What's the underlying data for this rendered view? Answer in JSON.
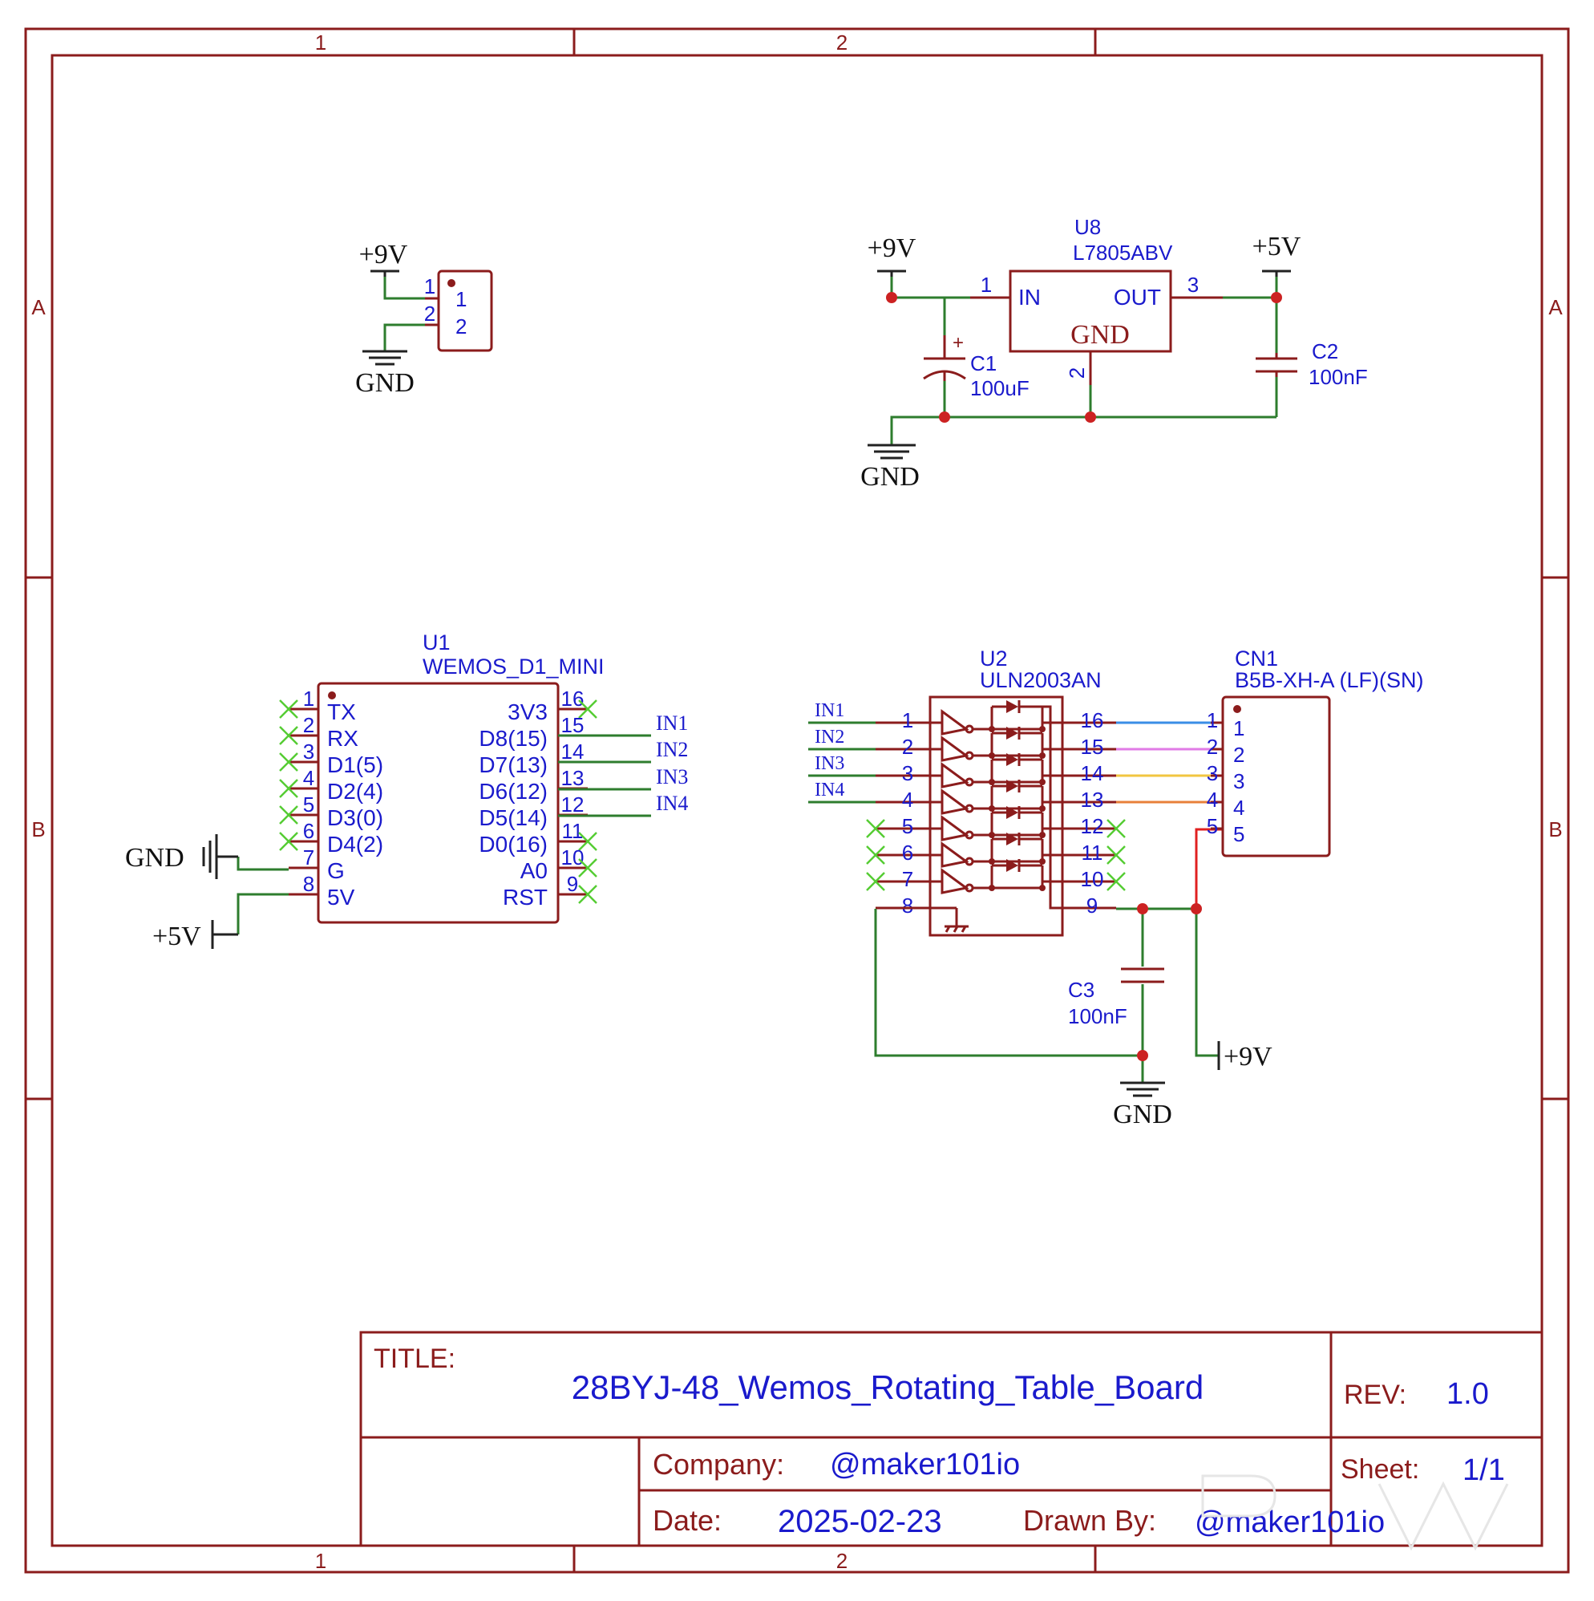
{
  "frame": {
    "col_labels": [
      "1",
      "2"
    ],
    "row_labels": [
      "A",
      "B"
    ]
  },
  "power": {
    "v9": "+9V",
    "v5": "+5V",
    "gnd": "GND"
  },
  "j_power": {
    "pins": [
      "1",
      "2"
    ]
  },
  "u8": {
    "ref": "U8",
    "value": "L7805ABV",
    "pin_in": "IN",
    "pin_out": "OUT",
    "pin_gnd": "GND",
    "num_in": "1",
    "num_out": "3",
    "num_gnd": "2"
  },
  "c1": {
    "ref": "C1",
    "value": "100uF",
    "polarity": "+"
  },
  "c2": {
    "ref": "C2",
    "value": "100nF"
  },
  "c3": {
    "ref": "C3",
    "value": "100nF"
  },
  "u1": {
    "ref": "U1",
    "value": "WEMOS_D1_MINI",
    "left_pins": [
      {
        "num": "1",
        "name": "TX"
      },
      {
        "num": "2",
        "name": "RX"
      },
      {
        "num": "3",
        "name": "D1(5)"
      },
      {
        "num": "4",
        "name": "D2(4)"
      },
      {
        "num": "5",
        "name": "D3(0)"
      },
      {
        "num": "6",
        "name": "D4(2)"
      },
      {
        "num": "7",
        "name": "G"
      },
      {
        "num": "8",
        "name": "5V"
      }
    ],
    "right_pins": [
      {
        "num": "16",
        "name": "3V3"
      },
      {
        "num": "15",
        "name": "D8(15)"
      },
      {
        "num": "14",
        "name": "D7(13)"
      },
      {
        "num": "13",
        "name": "D6(12)"
      },
      {
        "num": "12",
        "name": "D5(14)"
      },
      {
        "num": "11",
        "name": "D0(16)"
      },
      {
        "num": "10",
        "name": "A0"
      },
      {
        "num": "9",
        "name": "RST"
      }
    ],
    "net_labels": [
      "IN1",
      "IN2",
      "IN3",
      "IN4"
    ]
  },
  "u2": {
    "ref": "U2",
    "value": "ULN2003AN",
    "left_nums": [
      "1",
      "2",
      "3",
      "4",
      "5",
      "6",
      "7",
      "8"
    ],
    "right_nums": [
      "16",
      "15",
      "14",
      "13",
      "12",
      "11",
      "10",
      "9"
    ],
    "net_labels": [
      "IN1",
      "IN2",
      "IN3",
      "IN4"
    ]
  },
  "cn1": {
    "ref": "CN1",
    "value": "B5B-XH-A (LF)(SN)",
    "pins": [
      "1",
      "2",
      "3",
      "4",
      "5"
    ],
    "wire_colors": [
      "#3a8ee6",
      "#e07be6",
      "#f2c640",
      "#e8803a"
    ],
    "vplus_color": "#e02020"
  },
  "title_block": {
    "title_label": "TITLE:",
    "title": "28BYJ-48_Wemos_Rotating_Table_Board",
    "rev_label": "REV:",
    "rev": "1.0",
    "company_label": "Company:",
    "company": "@maker101io",
    "sheet_label": "Sheet:",
    "sheet": "1/1",
    "date_label": "Date:",
    "date": "2025-02-23",
    "drawn_label": "Drawn By:",
    "drawn_by": "@maker101io"
  }
}
